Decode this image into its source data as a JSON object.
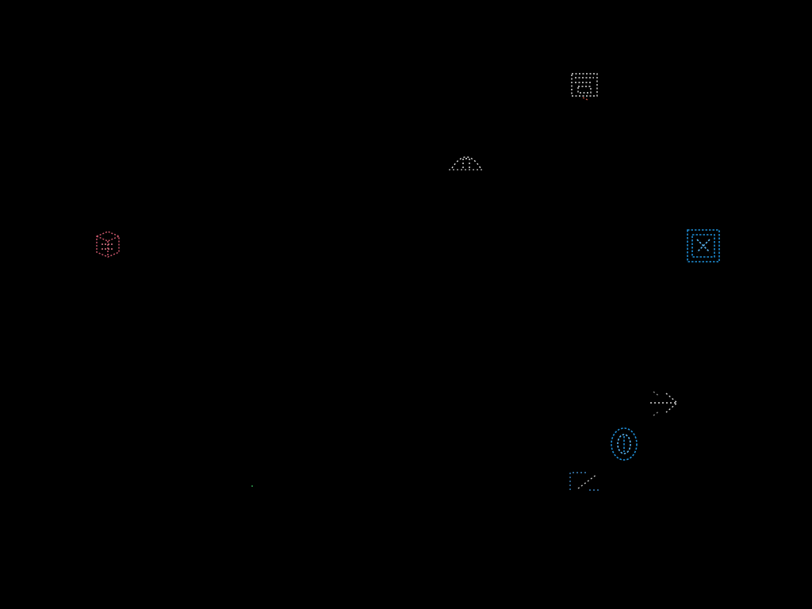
{
  "screen": {
    "background": "#000000",
    "title": "",
    "description_visible_text": []
  },
  "icons": [
    {
      "id": "box-icon-top",
      "name": "box-icon",
      "color": "#d8d8d8",
      "accent": "#c04a3a",
      "interactable": true
    },
    {
      "id": "arch-icon",
      "name": "arch-icon",
      "color": "#e6e6e6",
      "accent": "#9a9a9a",
      "interactable": true
    },
    {
      "id": "cube-icon-red",
      "name": "cube-icon",
      "color": "#c8566a",
      "accent": "#e07a8a",
      "interactable": true
    },
    {
      "id": "grid-icon-blue",
      "name": "grid-icon",
      "color": "#1f8fd8",
      "accent": "#5bb5f0",
      "interactable": true
    },
    {
      "id": "arrow-icon",
      "name": "arrow-icon",
      "color": "#d8d8d8",
      "accent": "#8a8a8a",
      "interactable": true
    },
    {
      "id": "ring-icon-blue",
      "name": "ring-icon",
      "color": "#1f8fd8",
      "accent": "#5bb5f0",
      "interactable": true
    },
    {
      "id": "corner-icon",
      "name": "corner-icon",
      "color": "#3a7fb8",
      "accent": "#c8c8c8",
      "interactable": true
    },
    {
      "id": "speck",
      "name": "speck-icon",
      "color": "#2a9a4a",
      "accent": "#2a9a4a",
      "interactable": false
    }
  ]
}
